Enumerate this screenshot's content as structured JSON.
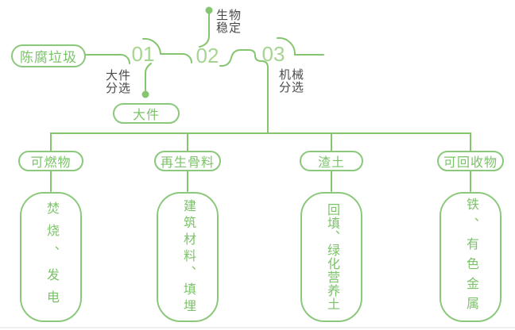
{
  "palette": {
    "line_green": "#86C56F",
    "border_green": "#8BC87C",
    "text_green": "#7BC368",
    "number_green": "#A6D591",
    "label_gray": "#4A4A4A"
  },
  "flow": {
    "source_label": "陈腐垃圾",
    "steps": [
      {
        "number": "01",
        "process_label": "大件\n分选",
        "branch_output": "大件"
      },
      {
        "number": "02",
        "process_label": "生物\n稳定"
      },
      {
        "number": "03",
        "process_label": "机械\n分选"
      }
    ]
  },
  "outputs": [
    {
      "category": "可燃物",
      "disposal": "焚烧、发电"
    },
    {
      "category": "再生骨料",
      "disposal": "建筑材料、填埋"
    },
    {
      "category": "渣土",
      "disposal": "回填、绿化营养土"
    },
    {
      "category": "可回收物",
      "disposal": "铁、有色金属"
    }
  ]
}
